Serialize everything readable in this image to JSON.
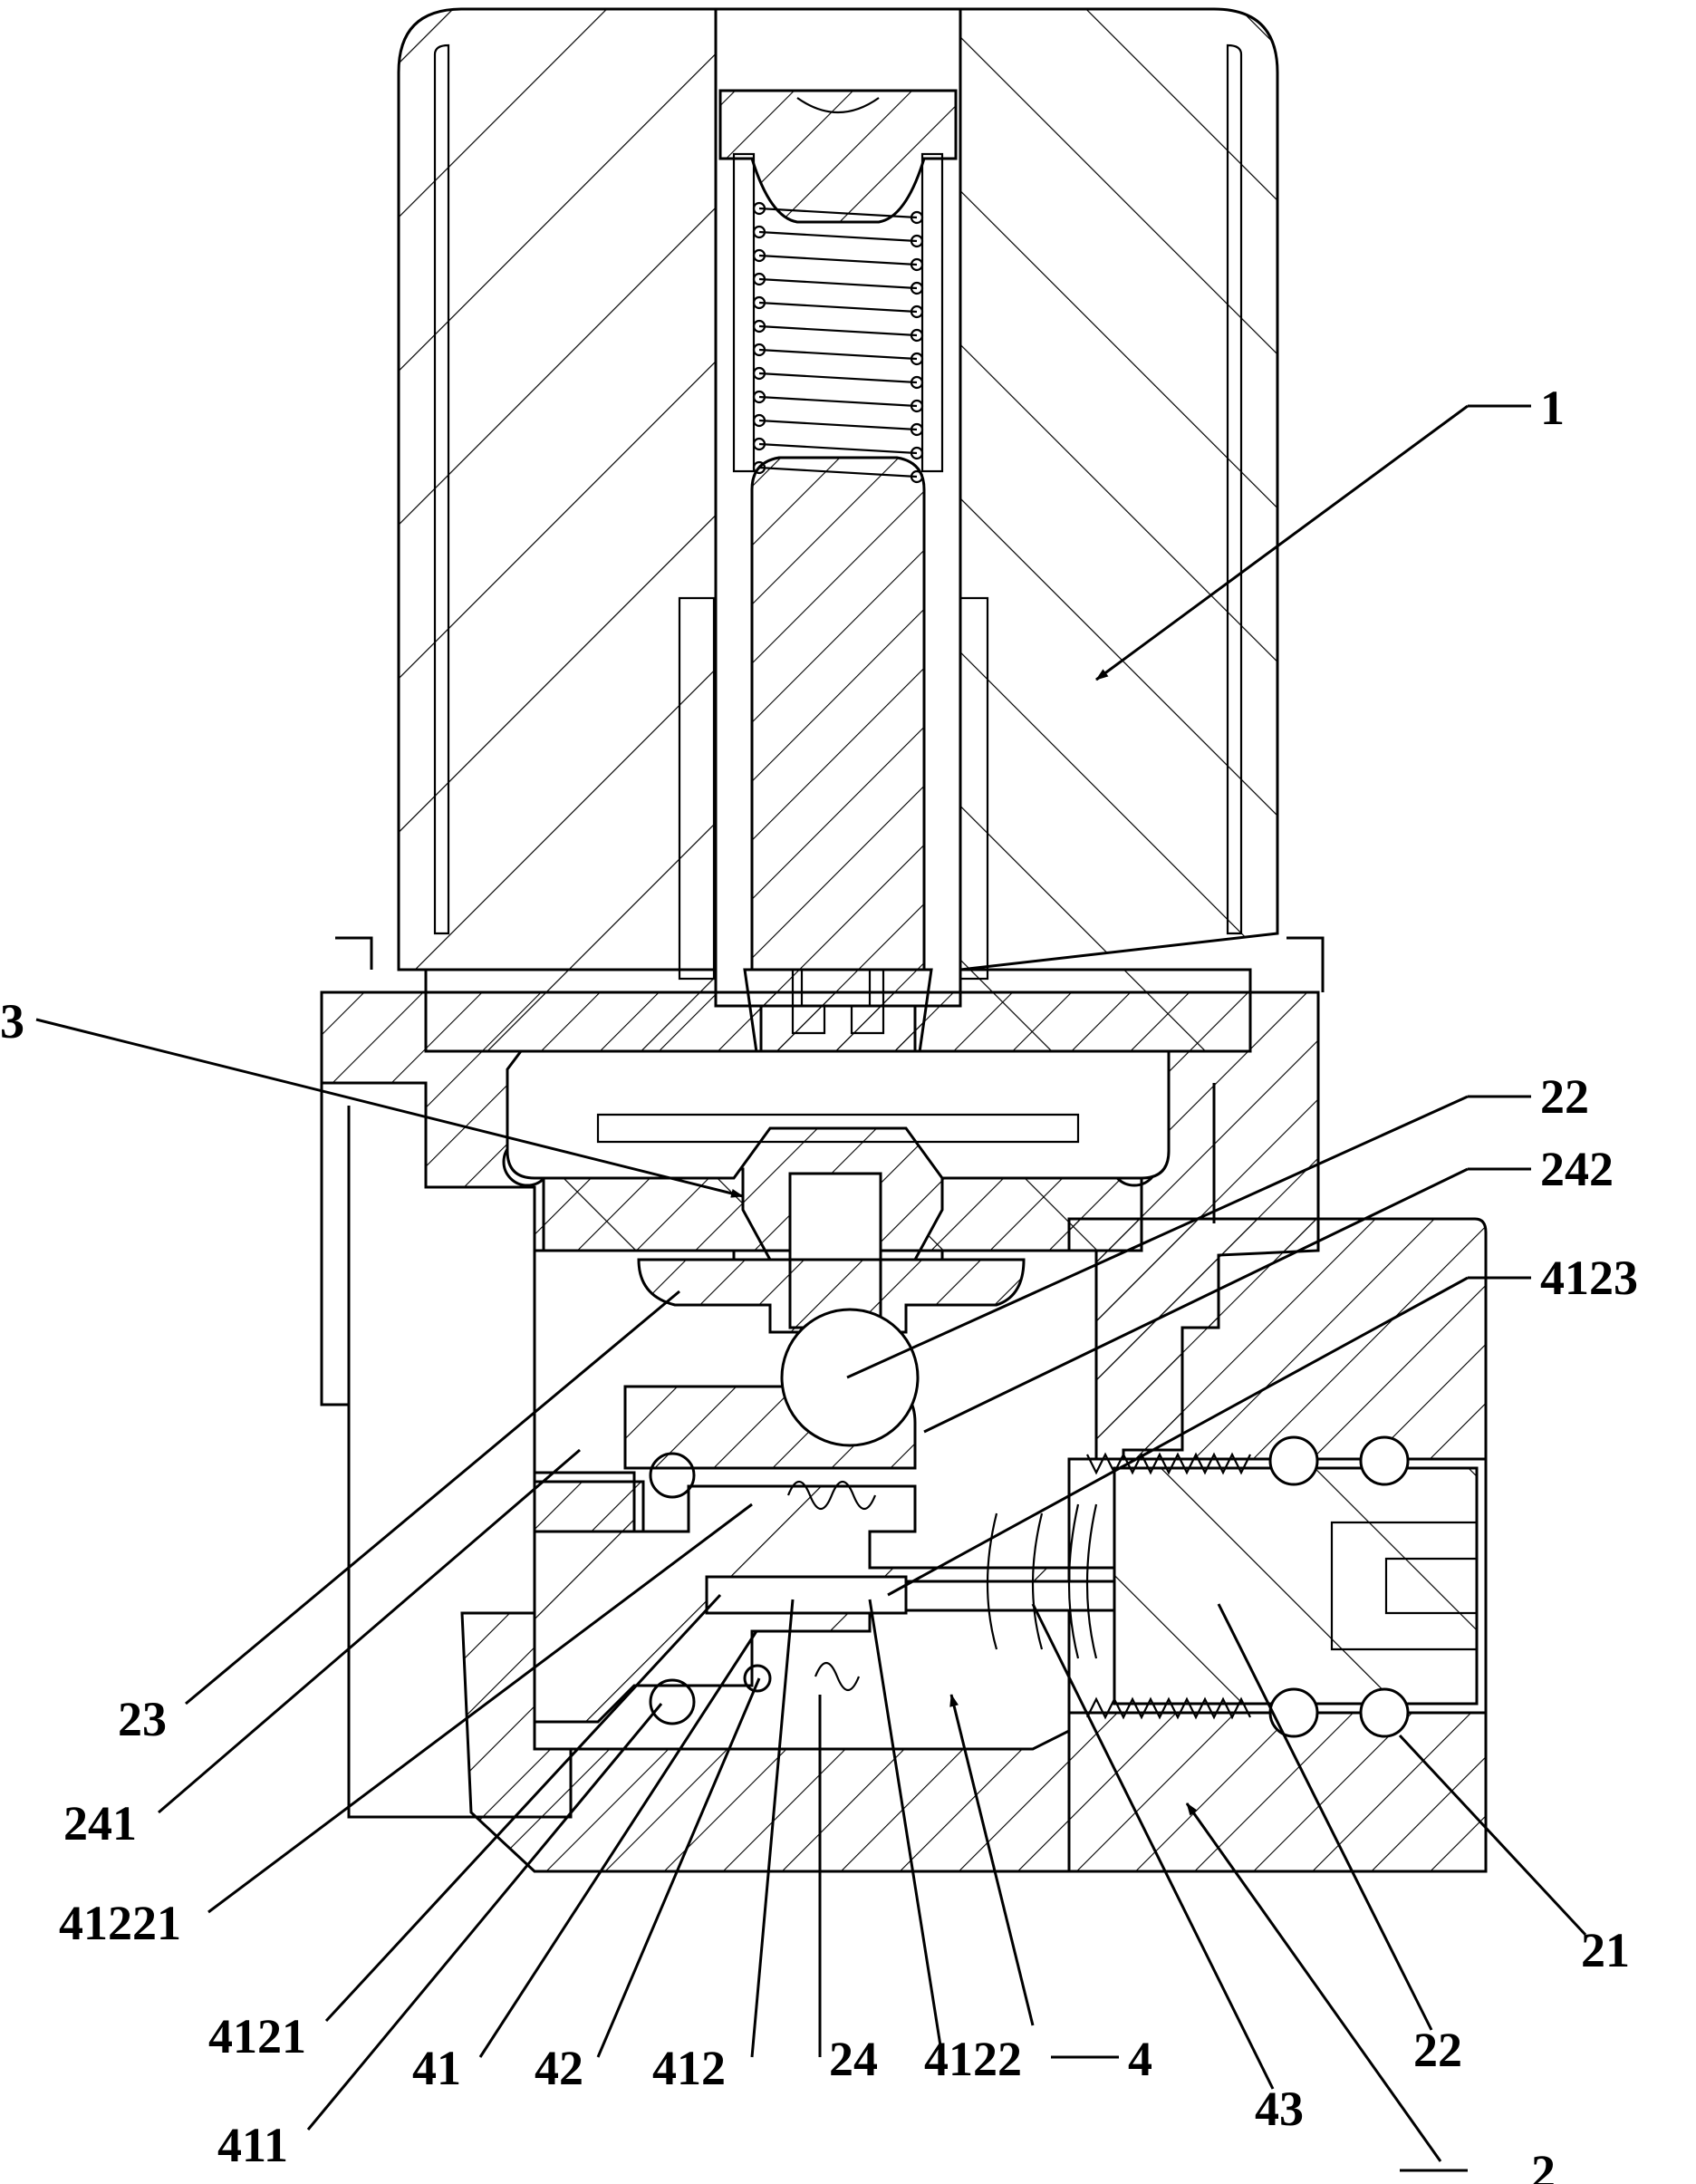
{
  "figure": {
    "labels": {
      "l1": "1",
      "l2": "2",
      "l3": "3",
      "l4": "4",
      "l21": "21",
      "l22a": "22",
      "l22b": "22",
      "l23": "23",
      "l24": "24",
      "l41": "41",
      "l42": "42",
      "l43": "43",
      "l241": "241",
      "l242": "242",
      "l411": "411",
      "l412": "412",
      "l4121": "4121",
      "l4122": "4122",
      "l4123": "4123",
      "l41221": "41221"
    }
  }
}
